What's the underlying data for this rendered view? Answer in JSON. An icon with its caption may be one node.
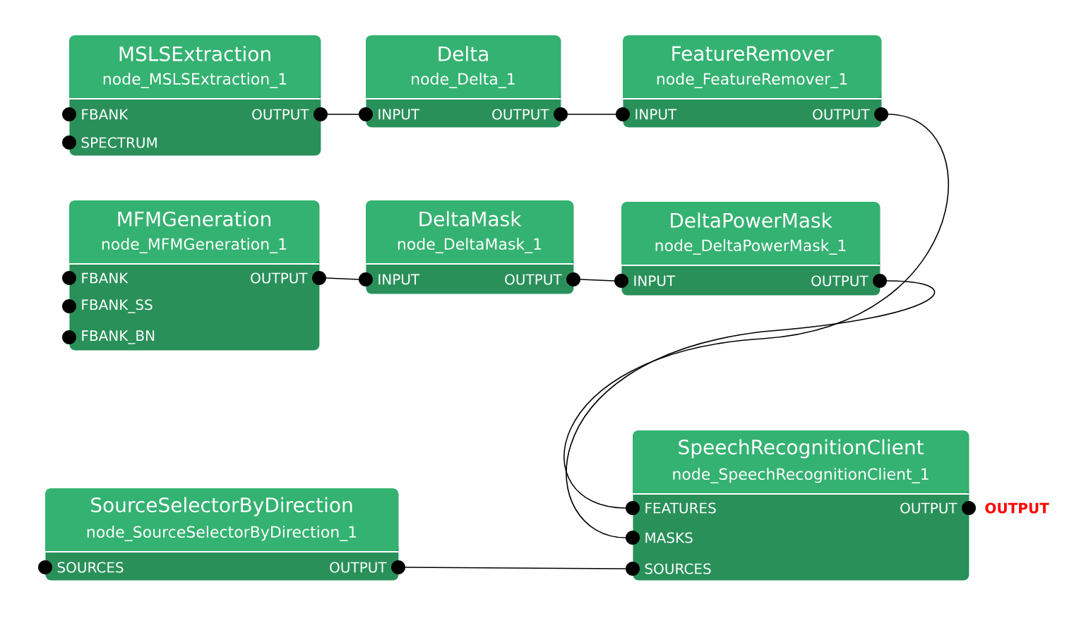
{
  "diagram": {
    "nodes": [
      {
        "text": [
          "MSLSExtraction",
          "node_MSLSExtraction_1"
        ]
      },
      {
        "text": [
          "FBANK"
        ],
        "in": 0
      },
      {
        "text": [
          "OUTPUT"
        ],
        "in": 0
      },
      {
        "text": [
          "SPECTRUM"
        ],
        "in": 0
      },
      {
        "text": [
          "Delta",
          "node_Delta_1"
        ]
      },
      {
        "text": [
          "INPUT"
        ],
        "in": 4
      },
      {
        "text": [
          "OUTPUT"
        ],
        "in": 4
      },
      {
        "text": [
          "FeatureRemover",
          "node_FeatureRemover_1"
        ]
      },
      {
        "text": [
          "INPUT"
        ],
        "in": 7
      },
      {
        "text": [
          "OUTPUT"
        ],
        "in": 7
      },
      {
        "text": [
          "MFMGeneration",
          "node_MFMGeneration_1"
        ]
      },
      {
        "text": [
          "FBANK"
        ],
        "in": 10
      },
      {
        "text": [
          "OUTPUT"
        ],
        "in": 10
      },
      {
        "text": [
          "FBANK_SS"
        ],
        "in": 10
      },
      {
        "text": [
          "FBANK_BN"
        ],
        "in": 10
      },
      {
        "text": [
          "DeltaMask",
          "node_DeltaMask_1"
        ]
      },
      {
        "text": [
          "INPUT"
        ],
        "in": 15
      },
      {
        "text": [
          "OUTPUT"
        ],
        "in": 15
      },
      {
        "text": [
          "DeltaPowerMask",
          "node_DeltaPowerMask_1"
        ]
      },
      {
        "text": [
          "INPUT"
        ],
        "in": 18
      },
      {
        "text": [
          "OUTPUT"
        ],
        "in": 18
      },
      {
        "text": [
          "SpeechRecognitionClient",
          "node_SpeechRecognitionClient_1"
        ]
      },
      {
        "text": [
          "FEATURES"
        ],
        "in": 21
      },
      {
        "text": [
          "OUTPUT"
        ],
        "in": 21,
        "beside": [
          "OUTPUT"
        ]
      },
      {
        "text": [
          "MASKS"
        ],
        "in": 21
      },
      {
        "text": [
          "SOURCES"
        ],
        "in": 21
      },
      {
        "text": [
          "SourceSelectorByDirection",
          "node_SourceSelectorByDirection_1"
        ]
      },
      {
        "text": [
          "SOURCES"
        ],
        "in": 26
      },
      {
        "text": [
          "OUTPUT"
        ],
        "in": 26
      }
    ],
    "edges": [
      {
        "from": 2,
        "to": 5,
        "arrow": "none"
      },
      {
        "from": 6,
        "to": 8,
        "arrow": "none"
      },
      {
        "from": 9,
        "to": 22,
        "arrow": "none"
      },
      {
        "from": 12,
        "to": 16,
        "arrow": "none"
      },
      {
        "from": 17,
        "to": 19,
        "arrow": "none"
      },
      {
        "from": 20,
        "to": 24,
        "arrow": "none"
      },
      {
        "from": 28,
        "to": 25,
        "arrow": "none"
      }
    ]
  }
}
